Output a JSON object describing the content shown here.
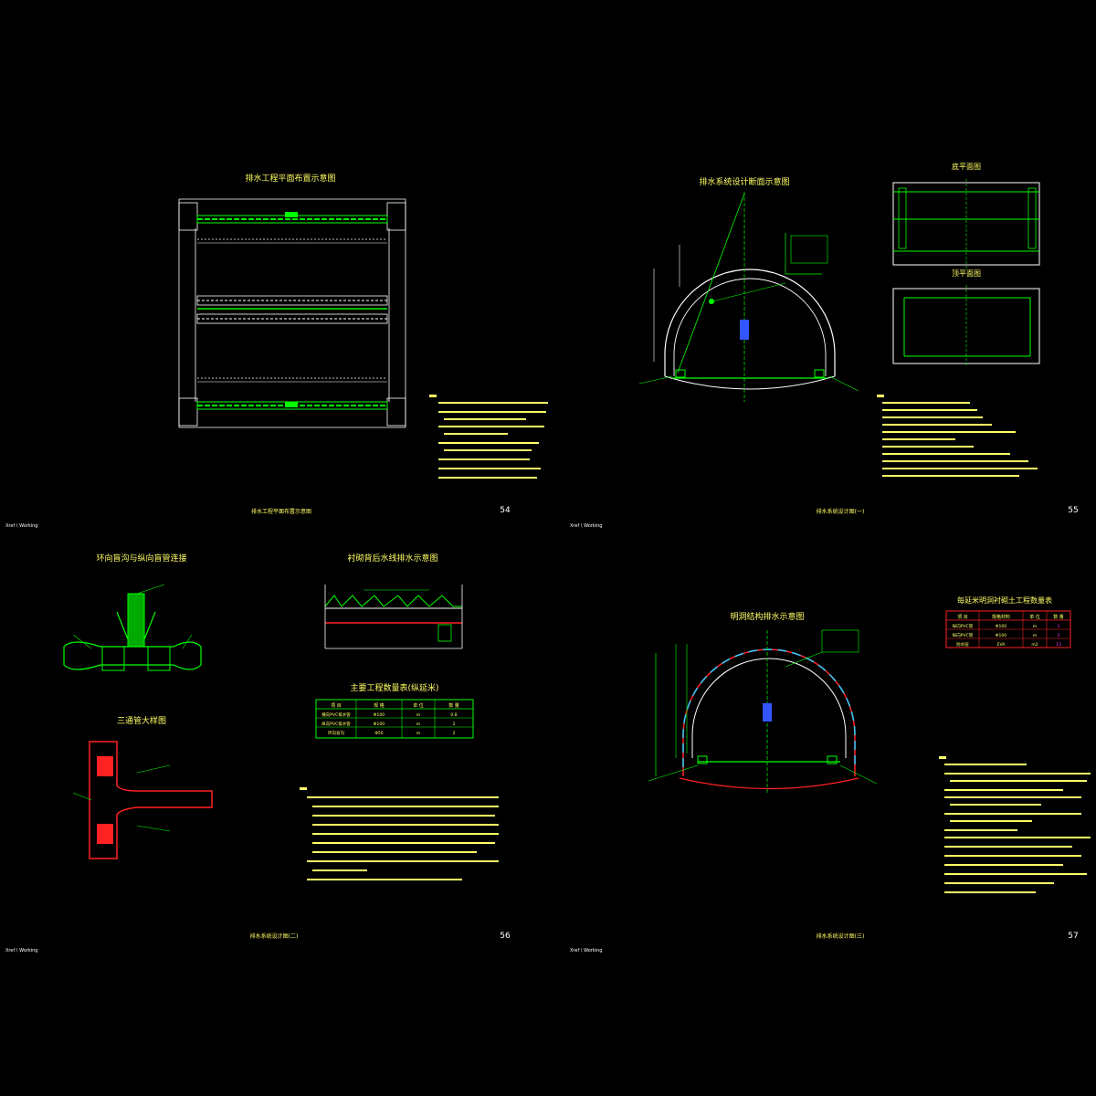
{
  "colors": {
    "background": "#000000",
    "line_green": "#00ff00",
    "line_white": "#ffffff",
    "line_red": "#ff2222",
    "line_blue": "#3355ff",
    "line_cyan": "#33ccff",
    "text_yellow": "#ffff66",
    "text_white": "#ffffff",
    "text_magenta": "#ff33ff"
  },
  "sheets": [
    {
      "page_number": "54",
      "corner_label": "Xref \\ Working",
      "footer_title": "排水工程平面布置示意图",
      "main_title": "排水工程平面布置示意图"
    },
    {
      "page_number": "55",
      "corner_label": "Xref \\ Working",
      "footer_title": "排水系统设计图(一)",
      "main_title": "排水系统设计断面示意图",
      "sub_title_1": "底平面图",
      "sub_title_2": "顶平面图"
    },
    {
      "page_number": "56",
      "corner_label": "Xref \\ Working",
      "footer_title": "排水系统设计图(二)",
      "title_left_1": "环向盲沟与纵向盲管连接",
      "title_left_2": "三通管大样图",
      "title_right_1": "衬砌背后水线排水示意图",
      "title_right_2": "主要工程数量表(纵延米)"
    },
    {
      "page_number": "57",
      "corner_label": "Xref \\ Working",
      "footer_title": "排水系统设计图(三)",
      "main_title": "明洞结构排水示意图",
      "table_title": "每延米明洞衬砌土工程数量表"
    }
  ],
  "table_56": {
    "headers": [
      "项 目",
      "规 格",
      "单 位",
      "数 量"
    ],
    "rows": [
      [
        "横向PVC排水管",
        "Φ100",
        "m",
        "0.8"
      ],
      [
        "纵向PVC排水管",
        "Φ100",
        "m",
        "2"
      ],
      [
        "环向盲沟",
        "Φ50",
        "m",
        "2"
      ]
    ]
  },
  "table_57": {
    "headers": [
      "项 目",
      "规格材料",
      "单 位",
      "数 量"
    ],
    "rows": [
      [
        "纵向PVC管",
        "Φ100",
        "m",
        "1"
      ],
      [
        "纵向PVC管",
        "Φ100",
        "m",
        "2"
      ],
      [
        "防水层",
        "EVA",
        "m2",
        "13"
      ]
    ]
  }
}
